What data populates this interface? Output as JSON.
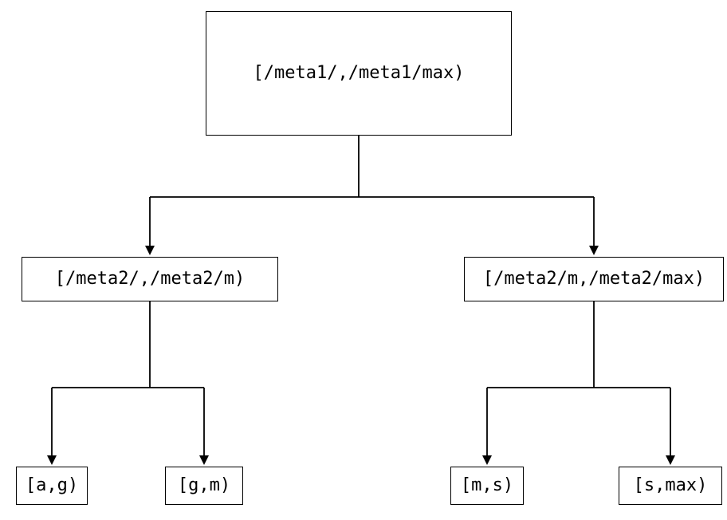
{
  "nodes": {
    "root": {
      "label": "[/meta1/,/meta1/max)"
    },
    "left": {
      "label": "[/meta2/,/meta2/m)"
    },
    "right": {
      "label": "[/meta2/m,/meta2/max)"
    },
    "leaf_ag": {
      "label": "[a,g)"
    },
    "leaf_gm": {
      "label": "[g,m)"
    },
    "leaf_ms": {
      "label": "[m,s)"
    },
    "leaf_smax": {
      "label": "[s,max)"
    }
  },
  "colors": {
    "background": "#ffffff",
    "box_border": "#000000",
    "line": "#000000",
    "text": "#000000"
  }
}
